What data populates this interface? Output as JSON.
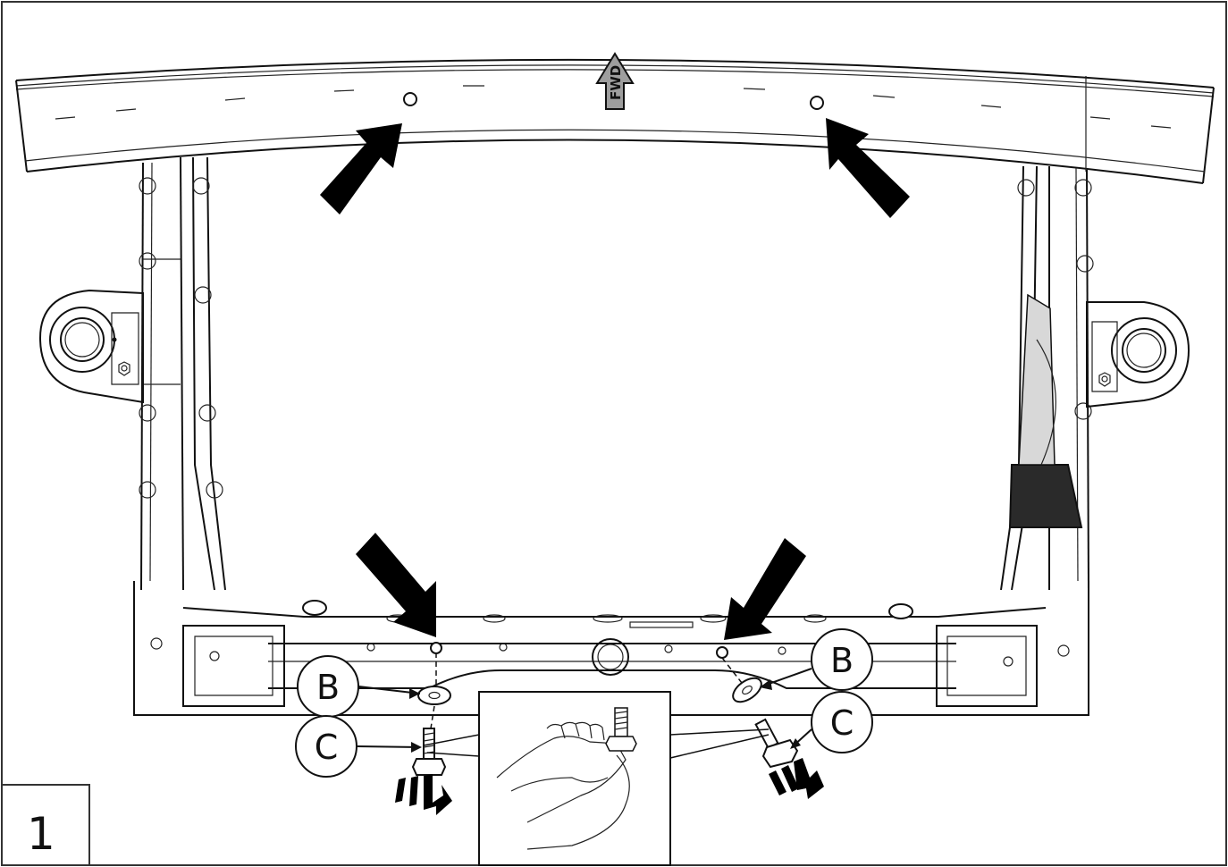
{
  "figure": {
    "step_number": "1",
    "fwd_label": "FWD",
    "callouts": {
      "b_left": "B",
      "c_left": "C",
      "b_right": "B",
      "c_right": "C"
    },
    "colors": {
      "ink": "#111111",
      "fwd_arrow_fill": "#9e9e9e",
      "background": "#ffffff"
    },
    "icons": [
      "pointer-arrow-icon",
      "fwd-arrow-icon",
      "rotation-arrow-icon",
      "hand-thread-bolt-icon"
    ]
  }
}
